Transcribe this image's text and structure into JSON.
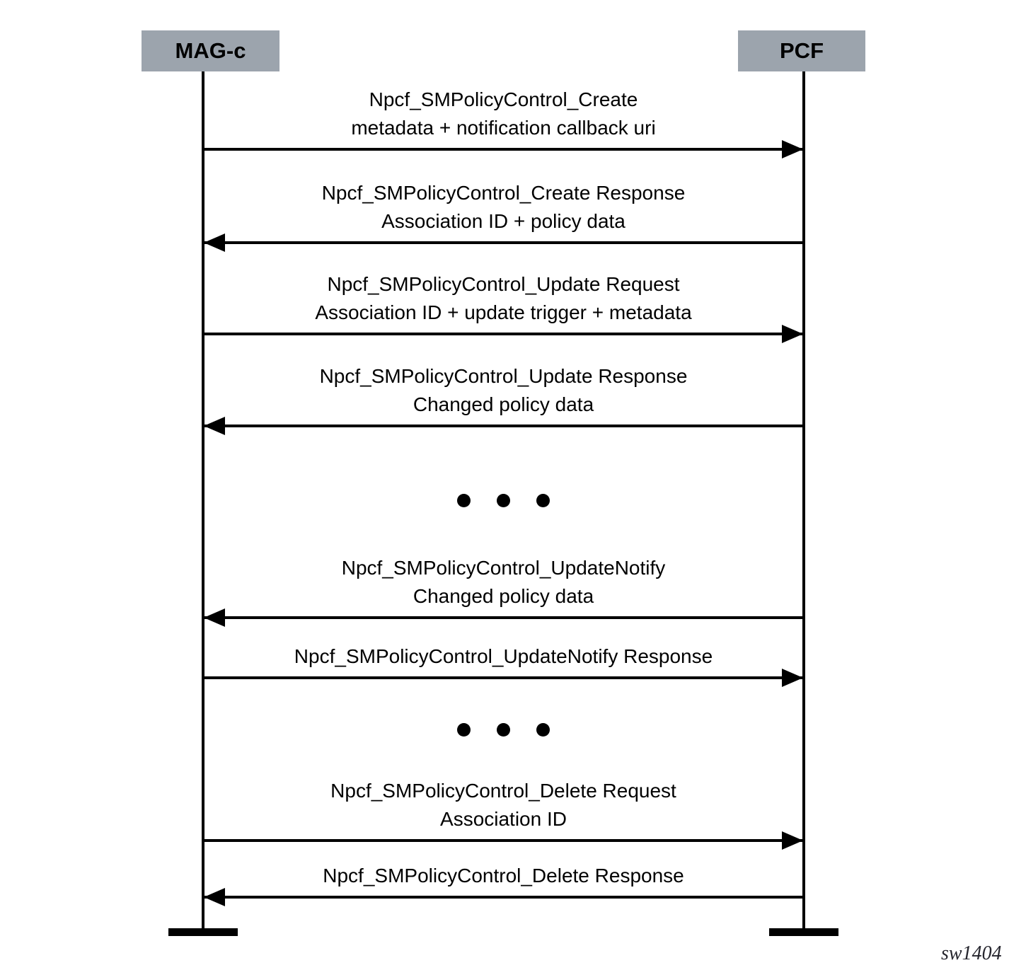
{
  "diagram_type": "sequence-diagram",
  "actors": [
    {
      "name": "MAG-c"
    },
    {
      "name": "PCF"
    }
  ],
  "messages": [
    {
      "line1": "Npcf_SMPolicyControl_Create",
      "line2": "metadata + notification callback uri",
      "from": "MAG-c",
      "to": "PCF",
      "direction": "right"
    },
    {
      "line1": "Npcf_SMPolicyControl_Create Response",
      "line2": "Association ID + policy data",
      "from": "PCF",
      "to": "MAG-c",
      "direction": "left"
    },
    {
      "line1": "Npcf_SMPolicyControl_Update Request",
      "line2": "Association ID + update trigger + metadata",
      "from": "MAG-c",
      "to": "PCF",
      "direction": "right"
    },
    {
      "line1": "Npcf_SMPolicyControl_Update Response",
      "line2": "Changed policy data",
      "from": "PCF",
      "to": "MAG-c",
      "direction": "left"
    },
    {
      "line1": "Npcf_SMPolicyControl_UpdateNotify",
      "line2": "Changed policy data",
      "from": "PCF",
      "to": "MAG-c",
      "direction": "left"
    },
    {
      "line1": "Npcf_SMPolicyControl_UpdateNotify Response",
      "from": "MAG-c",
      "to": "PCF",
      "direction": "right"
    },
    {
      "line1": "Npcf_SMPolicyControl_Delete Request",
      "line2": "Association ID",
      "from": "MAG-c",
      "to": "PCF",
      "direction": "right"
    },
    {
      "line1": "Npcf_SMPolicyControl_Delete Response",
      "from": "PCF",
      "to": "MAG-c",
      "direction": "left"
    }
  ],
  "ellipsis_symbol": "● ● ●",
  "figure_label": "sw1404",
  "colors": {
    "actor_fill": "#9CA4AD",
    "line": "#000000",
    "text": "#000000",
    "background": "#FFFFFF"
  }
}
